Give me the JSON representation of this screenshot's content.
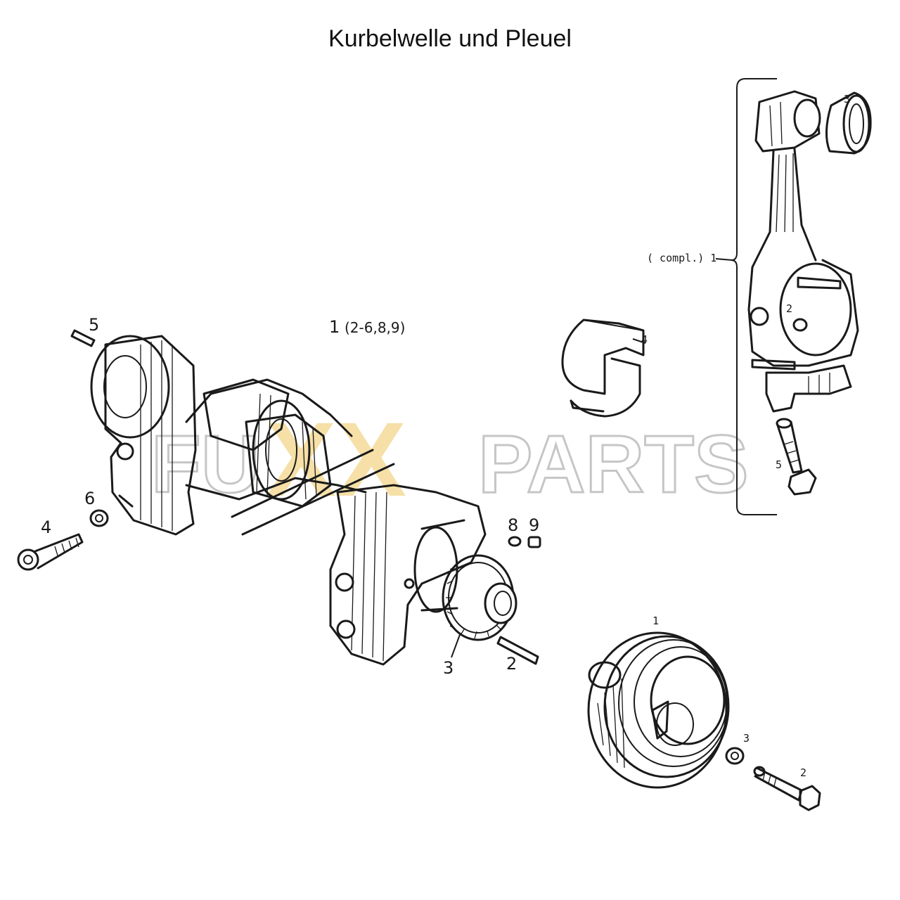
{
  "title": "Kurbelwelle und Pleuel",
  "watermark": {
    "part_a": "FU",
    "part_x": "XX",
    "part_b": "PARTS",
    "x_color": "#f3d68a"
  },
  "labels": {
    "crankshaft_assembly_number": "1",
    "crankshaft_assembly_range": "(2-6,8,9)",
    "crank_pin": "5",
    "crank_washer": "6",
    "crank_bolt": "4",
    "crank_item_8": "8",
    "crank_item_9": "9",
    "gear": "3",
    "gear_pin": "2",
    "conrod_compl": "( compl.) 1",
    "conrod_bushing": "3",
    "conrod_nut": "2",
    "conrod_bolt": "5",
    "bearing_shell": "4",
    "pulley": "1",
    "pulley_washer": "3",
    "pulley_bolt": "2"
  }
}
